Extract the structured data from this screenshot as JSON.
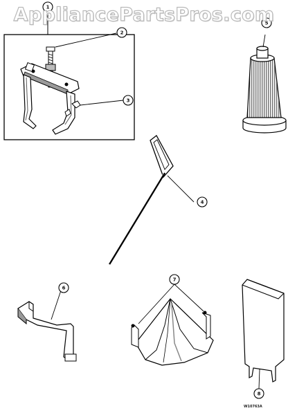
{
  "watermark": "AppliancePartsPros.com",
  "callouts": {
    "c1": "1",
    "c2": "2",
    "c3": "3",
    "c4": "4",
    "c5": "5",
    "c6": "6",
    "c7": "7",
    "c8": "8"
  },
  "drawing_code": "W10763A"
}
